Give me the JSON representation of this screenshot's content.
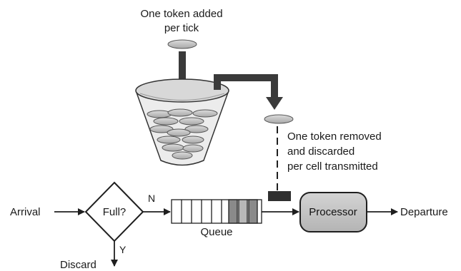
{
  "labels": {
    "token_added_line1": "One token added",
    "token_added_line2": "per tick",
    "token_removed_line1": "One token removed",
    "token_removed_line2": "and discarded",
    "token_removed_line3": "per cell transmitted",
    "arrival": "Arrival",
    "full_check": "Full?",
    "branch_no": "N",
    "branch_yes": "Y",
    "queue": "Queue",
    "processor": "Processor",
    "departure": "Departure",
    "discard": "Discard"
  },
  "colors": {
    "arrow": "#2a2a2a",
    "token_fill": "#c9c9c9",
    "processor_fill": "#c6c6c6",
    "queue_filled_cell": "#8a8a8a",
    "cell_gate": "#2f2f2f"
  }
}
